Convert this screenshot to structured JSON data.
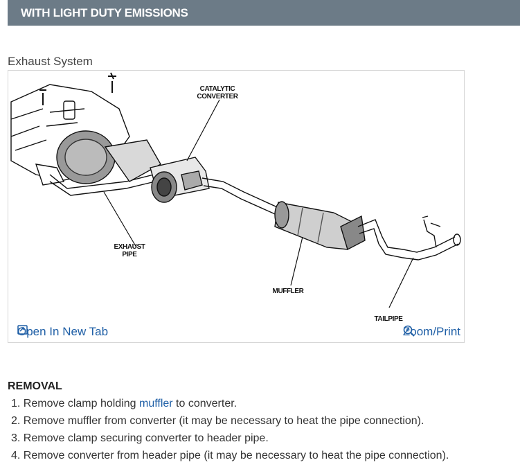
{
  "header": {
    "title": "WITH LIGHT DUTY EMISSIONS"
  },
  "figure": {
    "title": "Exhaust System",
    "labels": {
      "catalytic_line1": "CATALYTIC",
      "catalytic_line2": "CONVERTER",
      "exhaust_line1": "EXHAUST",
      "exhaust_line2": "PIPE",
      "muffler": "MUFFLER",
      "tailpipe": "TAILPIPE"
    },
    "open_tab_label": "Open In New Tab",
    "zoom_label": "Zoom/Print"
  },
  "removal": {
    "title": "REMOVAL",
    "steps": [
      {
        "num": "1.",
        "pre": "Remove clamp holding ",
        "link": "muffler",
        "post": " to converter."
      },
      {
        "num": "2.",
        "text": "Remove muffler from converter (it may be necessary to heat the pipe connection)."
      },
      {
        "num": "3.",
        "text": "Remove clamp securing converter to header pipe."
      },
      {
        "num": "4.",
        "text": "Remove converter from header pipe (it may be necessary to heat the pipe connection)."
      }
    ]
  }
}
